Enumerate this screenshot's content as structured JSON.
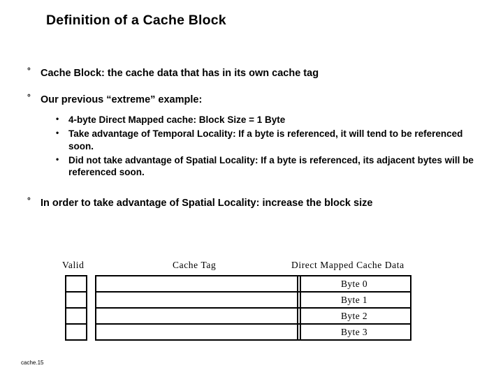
{
  "slide": {
    "title": "Definition of a Cache Block",
    "footer": "cache.15",
    "bullets": [
      {
        "level": 1,
        "marker": "°",
        "text": "Cache Block: the cache data that has in its own cache tag"
      },
      {
        "level": 1,
        "marker": "°",
        "text": "Our previous  “extreme” example:"
      },
      {
        "level": 2,
        "marker": "•",
        "text": "4-byte Direct Mapped cache: Block Size = 1 Byte"
      },
      {
        "level": 2,
        "marker": "•",
        "text": "Take advantage of Temporal Locality: If a byte is referenced, it will tend to be referenced soon."
      },
      {
        "level": 2,
        "marker": "•",
        "text": "Did not take advantage of Spatial Locality: If a byte is referenced, its adjacent bytes will be referenced soon."
      },
      {
        "level": 1,
        "marker": "°",
        "text": "In order to take advantage of Spatial Locality: increase the block size"
      }
    ],
    "diagram": {
      "headers": {
        "valid": "Valid",
        "tag": "Cache Tag",
        "data": "Direct Mapped Cache Data"
      },
      "rows": [
        {
          "valid": "",
          "tag": "",
          "data": "Byte 0"
        },
        {
          "valid": "",
          "tag": "",
          "data": "Byte 1"
        },
        {
          "valid": "",
          "tag": "",
          "data": "Byte 2"
        },
        {
          "valid": "",
          "tag": "",
          "data": "Byte 3"
        }
      ]
    }
  }
}
